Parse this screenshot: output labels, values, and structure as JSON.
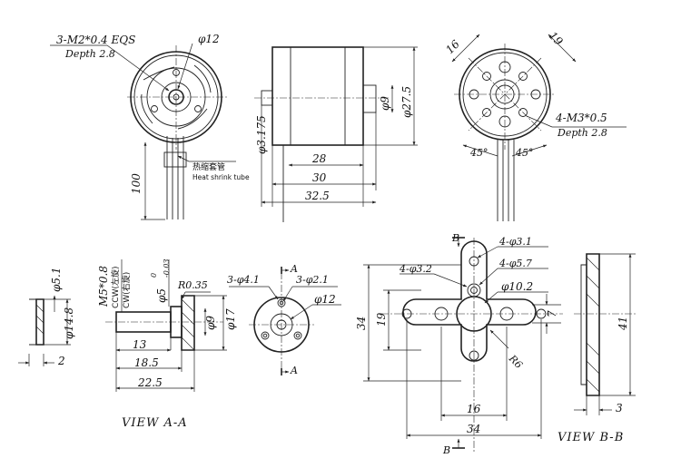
{
  "front_view": {
    "thread_note": "3-M2*0.4 EQS",
    "thread_depth": "Depth 2.8",
    "dia_label": "φ12",
    "shrink_tube_cn": "热缩套管",
    "shrink_tube_en": "Heat shrink tube",
    "lead_length": "100"
  },
  "side_view": {
    "shaft_dia": "φ3.175",
    "body_len": "28",
    "total_len": "30",
    "overall_len": "32.5",
    "dia_9": "φ9",
    "dia_outer": "φ27.5"
  },
  "rear_view": {
    "pitch_16": "16",
    "pitch_19": "19",
    "thread_note": "4-M3*0.5",
    "thread_depth": "Depth 2.8",
    "angle_a": "45°",
    "angle_b": "45°"
  },
  "prop_adapter": {
    "dia_5_1": "φ5.1",
    "dia_14_8": "φ14.8",
    "thick_2": "2",
    "thread": "M5*0.8",
    "ccw": "CCW(左旋)",
    "cw": "CW(右旋)",
    "dia_5_tol": "φ5",
    "tol_upper": "0",
    "tol_lower": "-0.03",
    "radius": "R0.35",
    "dia_9": "φ9",
    "dia_17": "φ17",
    "len_13": "13",
    "len_18_5": "18.5",
    "len_22_5": "22.5",
    "hole_4_1": "3-φ4.1",
    "hole_2_1": "3-φ2.1",
    "dia_12": "φ12",
    "section_top": "A",
    "section_bottom": "A",
    "view_label": "VIEW  A-A"
  },
  "cross_mount": {
    "section_top": "B",
    "section_bottom": "B",
    "hole_3_1": "4-φ3.1",
    "hole_3_2": "4-φ3.2",
    "hole_5_7": "4-φ5.7",
    "dia_10_2": "φ10.2",
    "height_34": "34",
    "height_19": "19",
    "dim_7": "7",
    "radius_6": "R6",
    "width_16": "16",
    "width_34": "34"
  },
  "mount_section": {
    "height_41": "41",
    "thick_3": "3",
    "view_label": "VIEW  B-B"
  }
}
